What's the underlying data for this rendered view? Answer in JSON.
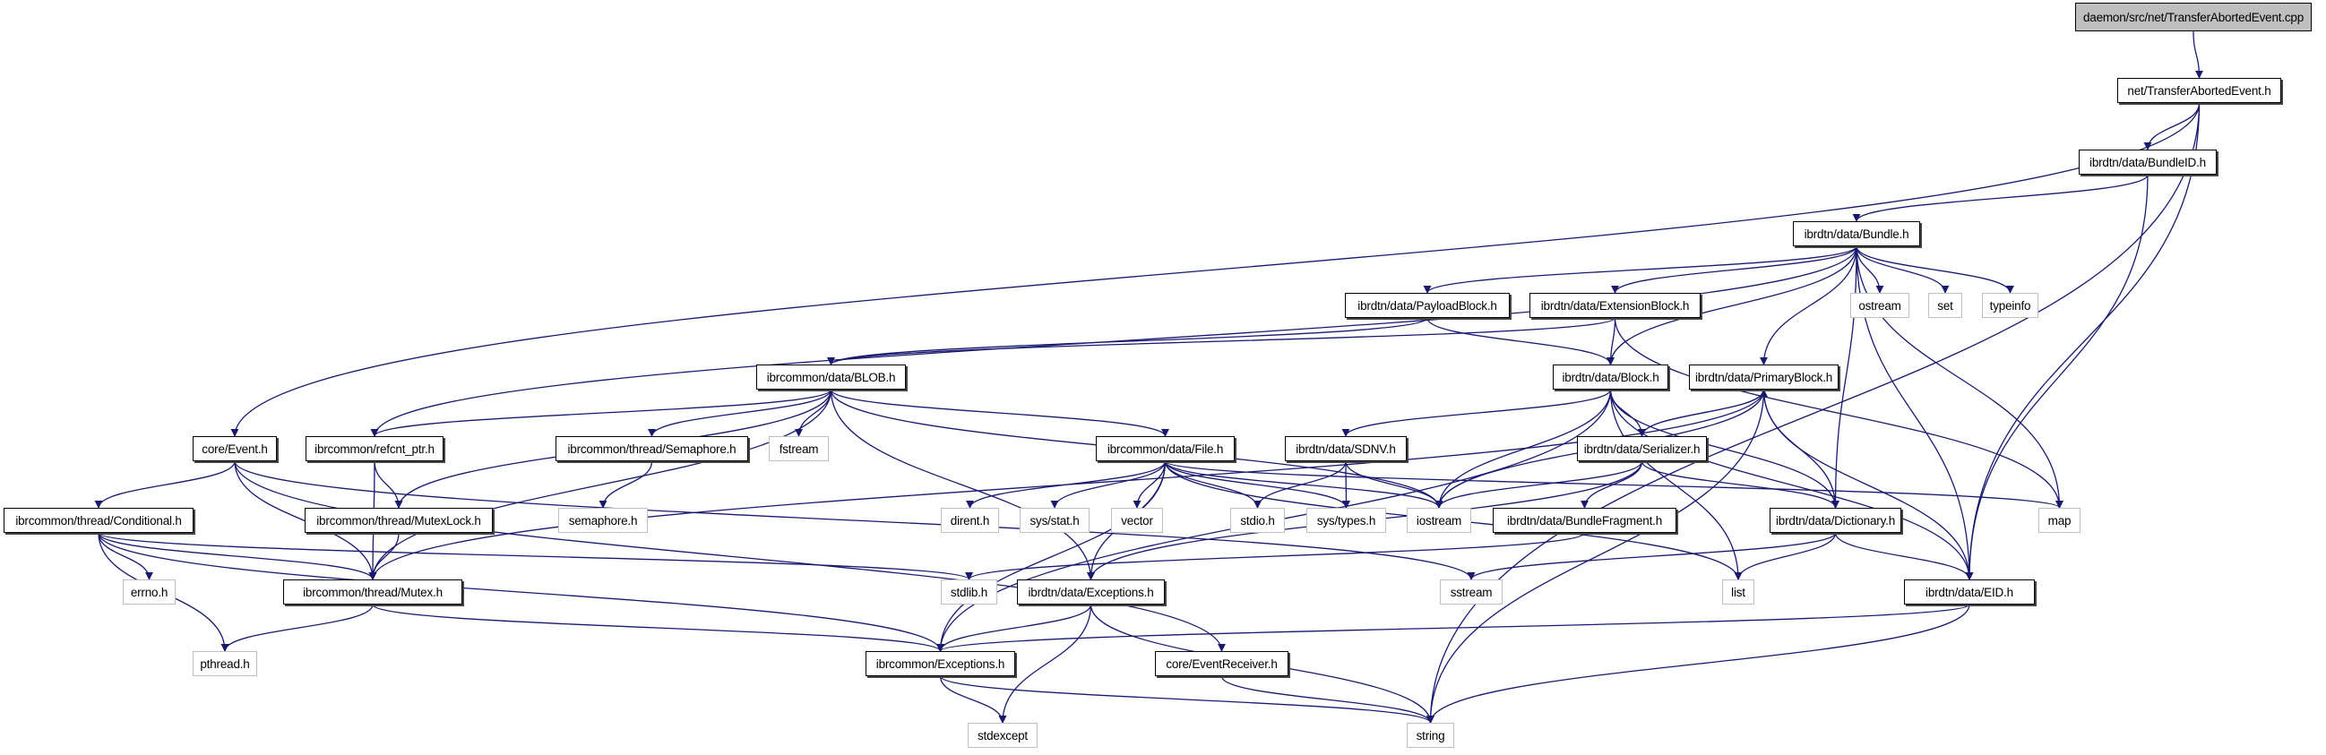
{
  "title": "daemon/src/net/TransferAbortedEvent.cpp",
  "colors": {
    "edge": "#191970",
    "root_fill": "#bfbfbf",
    "local_border": "#000000",
    "system_border": "#bfbfbf"
  },
  "nodes": [
    {
      "id": "cpp",
      "label": "daemon/src/net/TransferAbortedEvent.cpp",
      "kind": "root"
    },
    {
      "id": "tae",
      "label": "net/TransferAbortedEvent.h",
      "kind": "local"
    },
    {
      "id": "bundleid",
      "label": "ibrdtn/data/BundleID.h",
      "kind": "local"
    },
    {
      "id": "bundle",
      "label": "ibrdtn/data/Bundle.h",
      "kind": "local"
    },
    {
      "id": "payload",
      "label": "ibrdtn/data/PayloadBlock.h",
      "kind": "local"
    },
    {
      "id": "extension",
      "label": "ibrdtn/data/ExtensionBlock.h",
      "kind": "local"
    },
    {
      "id": "ostream",
      "label": "ostream",
      "kind": "system"
    },
    {
      "id": "set",
      "label": "set",
      "kind": "system"
    },
    {
      "id": "typeinfo",
      "label": "typeinfo",
      "kind": "system"
    },
    {
      "id": "blob",
      "label": "ibrcommon/data/BLOB.h",
      "kind": "local"
    },
    {
      "id": "block",
      "label": "ibrdtn/data/Block.h",
      "kind": "local"
    },
    {
      "id": "primary",
      "label": "ibrdtn/data/PrimaryBlock.h",
      "kind": "local"
    },
    {
      "id": "event",
      "label": "core/Event.h",
      "kind": "local"
    },
    {
      "id": "refcnt",
      "label": "ibrcommon/refcnt_ptr.h",
      "kind": "local"
    },
    {
      "id": "semaphore",
      "label": "ibrcommon/thread/Semaphore.h",
      "kind": "local"
    },
    {
      "id": "fstream",
      "label": "fstream",
      "kind": "system"
    },
    {
      "id": "file",
      "label": "ibrcommon/data/File.h",
      "kind": "local"
    },
    {
      "id": "sdnv",
      "label": "ibrdtn/data/SDNV.h",
      "kind": "local"
    },
    {
      "id": "serializer",
      "label": "ibrdtn/data/Serializer.h",
      "kind": "local"
    },
    {
      "id": "conditional",
      "label": "ibrcommon/thread/Conditional.h",
      "kind": "local"
    },
    {
      "id": "mutexlock",
      "label": "ibrcommon/thread/MutexLock.h",
      "kind": "local"
    },
    {
      "id": "semaphore_h",
      "label": "semaphore.h",
      "kind": "system"
    },
    {
      "id": "dirent",
      "label": "dirent.h",
      "kind": "system"
    },
    {
      "id": "sysstat",
      "label": "sys/stat.h",
      "kind": "system"
    },
    {
      "id": "vector",
      "label": "vector",
      "kind": "system"
    },
    {
      "id": "stdio",
      "label": "stdio.h",
      "kind": "system"
    },
    {
      "id": "systypes",
      "label": "sys/types.h",
      "kind": "system"
    },
    {
      "id": "iostream",
      "label": "iostream",
      "kind": "system"
    },
    {
      "id": "fragment",
      "label": "ibrdtn/data/BundleFragment.h",
      "kind": "local"
    },
    {
      "id": "dictionary",
      "label": "ibrdtn/data/Dictionary.h",
      "kind": "local"
    },
    {
      "id": "map",
      "label": "map",
      "kind": "system"
    },
    {
      "id": "errno",
      "label": "errno.h",
      "kind": "system"
    },
    {
      "id": "mutex",
      "label": "ibrcommon/thread/Mutex.h",
      "kind": "local"
    },
    {
      "id": "stdlib",
      "label": "stdlib.h",
      "kind": "system"
    },
    {
      "id": "dtnexc",
      "label": "ibrdtn/data/Exceptions.h",
      "kind": "local"
    },
    {
      "id": "sstream",
      "label": "sstream",
      "kind": "system"
    },
    {
      "id": "list",
      "label": "list",
      "kind": "system"
    },
    {
      "id": "eid",
      "label": "ibrdtn/data/EID.h",
      "kind": "local"
    },
    {
      "id": "pthread",
      "label": "pthread.h",
      "kind": "system"
    },
    {
      "id": "commonexc",
      "label": "ibrcommon/Exceptions.h",
      "kind": "local"
    },
    {
      "id": "eventreceiver",
      "label": "core/EventReceiver.h",
      "kind": "local"
    },
    {
      "id": "stdexcept",
      "label": "stdexcept",
      "kind": "system"
    },
    {
      "id": "string",
      "label": "string",
      "kind": "system"
    }
  ],
  "edges": [
    [
      "cpp",
      "tae"
    ],
    [
      "tae",
      "bundleid"
    ],
    [
      "tae",
      "event"
    ],
    [
      "tae",
      "eid"
    ],
    [
      "tae",
      "string"
    ],
    [
      "bundleid",
      "bundle"
    ],
    [
      "bundleid",
      "eid"
    ],
    [
      "bundle",
      "payload"
    ],
    [
      "bundle",
      "extension"
    ],
    [
      "bundle",
      "ostream"
    ],
    [
      "bundle",
      "set"
    ],
    [
      "bundle",
      "typeinfo"
    ],
    [
      "bundle",
      "block"
    ],
    [
      "bundle",
      "primary"
    ],
    [
      "bundle",
      "refcnt"
    ],
    [
      "bundle",
      "map"
    ],
    [
      "bundle",
      "dictionary"
    ],
    [
      "bundle",
      "eid"
    ],
    [
      "payload",
      "blob"
    ],
    [
      "payload",
      "block"
    ],
    [
      "extension",
      "blob"
    ],
    [
      "extension",
      "block"
    ],
    [
      "extension",
      "map"
    ],
    [
      "blob",
      "refcnt"
    ],
    [
      "blob",
      "mutexlock"
    ],
    [
      "blob",
      "mutex"
    ],
    [
      "blob",
      "semaphore"
    ],
    [
      "blob",
      "fstream"
    ],
    [
      "blob",
      "file"
    ],
    [
      "blob",
      "iostream"
    ],
    [
      "blob",
      "dtnexc"
    ],
    [
      "block",
      "sdnv"
    ],
    [
      "block",
      "serializer"
    ],
    [
      "block",
      "dictionary"
    ],
    [
      "block",
      "eid"
    ],
    [
      "block",
      "list"
    ],
    [
      "block",
      "commonexc"
    ],
    [
      "block",
      "iostream"
    ],
    [
      "primary",
      "serializer"
    ],
    [
      "primary",
      "dictionary"
    ],
    [
      "primary",
      "eid"
    ],
    [
      "primary",
      "iostream"
    ],
    [
      "primary",
      "string"
    ],
    [
      "primary",
      "mutex"
    ],
    [
      "serializer",
      "primary"
    ],
    [
      "serializer",
      "iostream"
    ],
    [
      "serializer",
      "fragment"
    ],
    [
      "serializer",
      "dictionary"
    ],
    [
      "serializer",
      "dtnexc"
    ],
    [
      "event",
      "conditional"
    ],
    [
      "event",
      "mutex"
    ],
    [
      "event",
      "eventreceiver"
    ],
    [
      "refcnt",
      "mutexlock"
    ],
    [
      "refcnt",
      "mutex"
    ],
    [
      "semaphore",
      "semaphore_h"
    ],
    [
      "file",
      "dirent"
    ],
    [
      "file",
      "sysstat"
    ],
    [
      "file",
      "vector"
    ],
    [
      "file",
      "stdio"
    ],
    [
      "file",
      "systypes"
    ],
    [
      "file",
      "iostream"
    ],
    [
      "file",
      "map"
    ],
    [
      "file",
      "list"
    ],
    [
      "file",
      "dtnexc"
    ],
    [
      "file",
      "commonexc"
    ],
    [
      "sdnv",
      "stdio"
    ],
    [
      "sdnv",
      "systypes"
    ],
    [
      "sdnv",
      "iostream"
    ],
    [
      "fragment",
      "stdlib"
    ],
    [
      "dictionary",
      "sstream"
    ],
    [
      "dictionary",
      "list"
    ],
    [
      "dictionary",
      "eid"
    ],
    [
      "conditional",
      "errno"
    ],
    [
      "conditional",
      "mutex"
    ],
    [
      "conditional",
      "pthread"
    ],
    [
      "conditional",
      "commonexc"
    ],
    [
      "conditional",
      "stdlib"
    ],
    [
      "mutexlock",
      "mutex"
    ],
    [
      "mutex",
      "pthread"
    ],
    [
      "mutex",
      "commonexc"
    ],
    [
      "dtnexc",
      "commonexc"
    ],
    [
      "dtnexc",
      "stdexcept"
    ],
    [
      "dtnexc",
      "string"
    ],
    [
      "eid",
      "commonexc"
    ],
    [
      "eid",
      "string"
    ],
    [
      "commonexc",
      "stdexcept"
    ],
    [
      "commonexc",
      "string"
    ],
    [
      "eventreceiver",
      "string"
    ],
    [
      "event",
      "sstream"
    ]
  ]
}
